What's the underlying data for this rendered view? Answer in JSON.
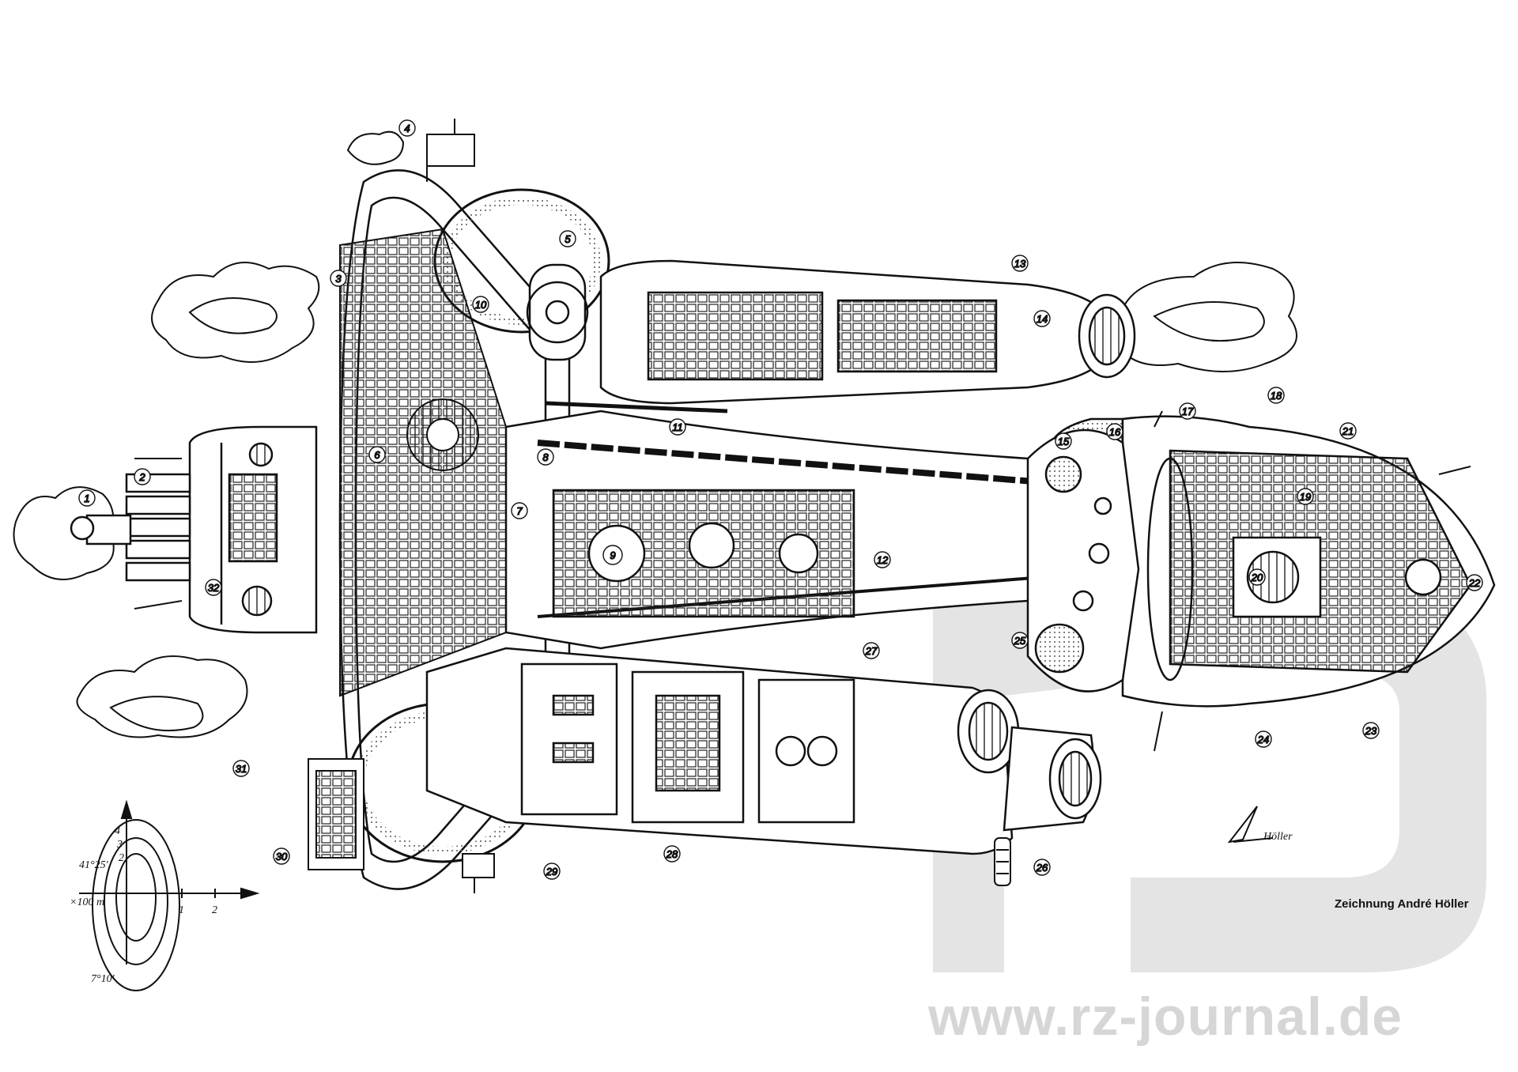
{
  "credit": "Zeichnung André Höller",
  "watermark_url": "www.rz-journal.de",
  "signature": "Höller",
  "scale": {
    "unit_label": "×100 m",
    "x_ticks": [
      "1",
      "2"
    ],
    "y_ticks": [
      "4",
      "3",
      "2"
    ],
    "angle_top": "41°25'",
    "angle_bottom": "7°10'"
  },
  "callouts": [
    "1",
    "2",
    "3",
    "4",
    "5",
    "6",
    "7",
    "8",
    "9",
    "10",
    "11",
    "12",
    "13",
    "14",
    "15",
    "16",
    "17",
    "18",
    "19",
    "20",
    "21",
    "22",
    "23",
    "24",
    "25",
    "26",
    "27",
    "28",
    "29",
    "30",
    "31",
    "32"
  ],
  "colors": {
    "ink": "#111111",
    "watermark": "#d6d6d6",
    "background": "#ffffff"
  }
}
